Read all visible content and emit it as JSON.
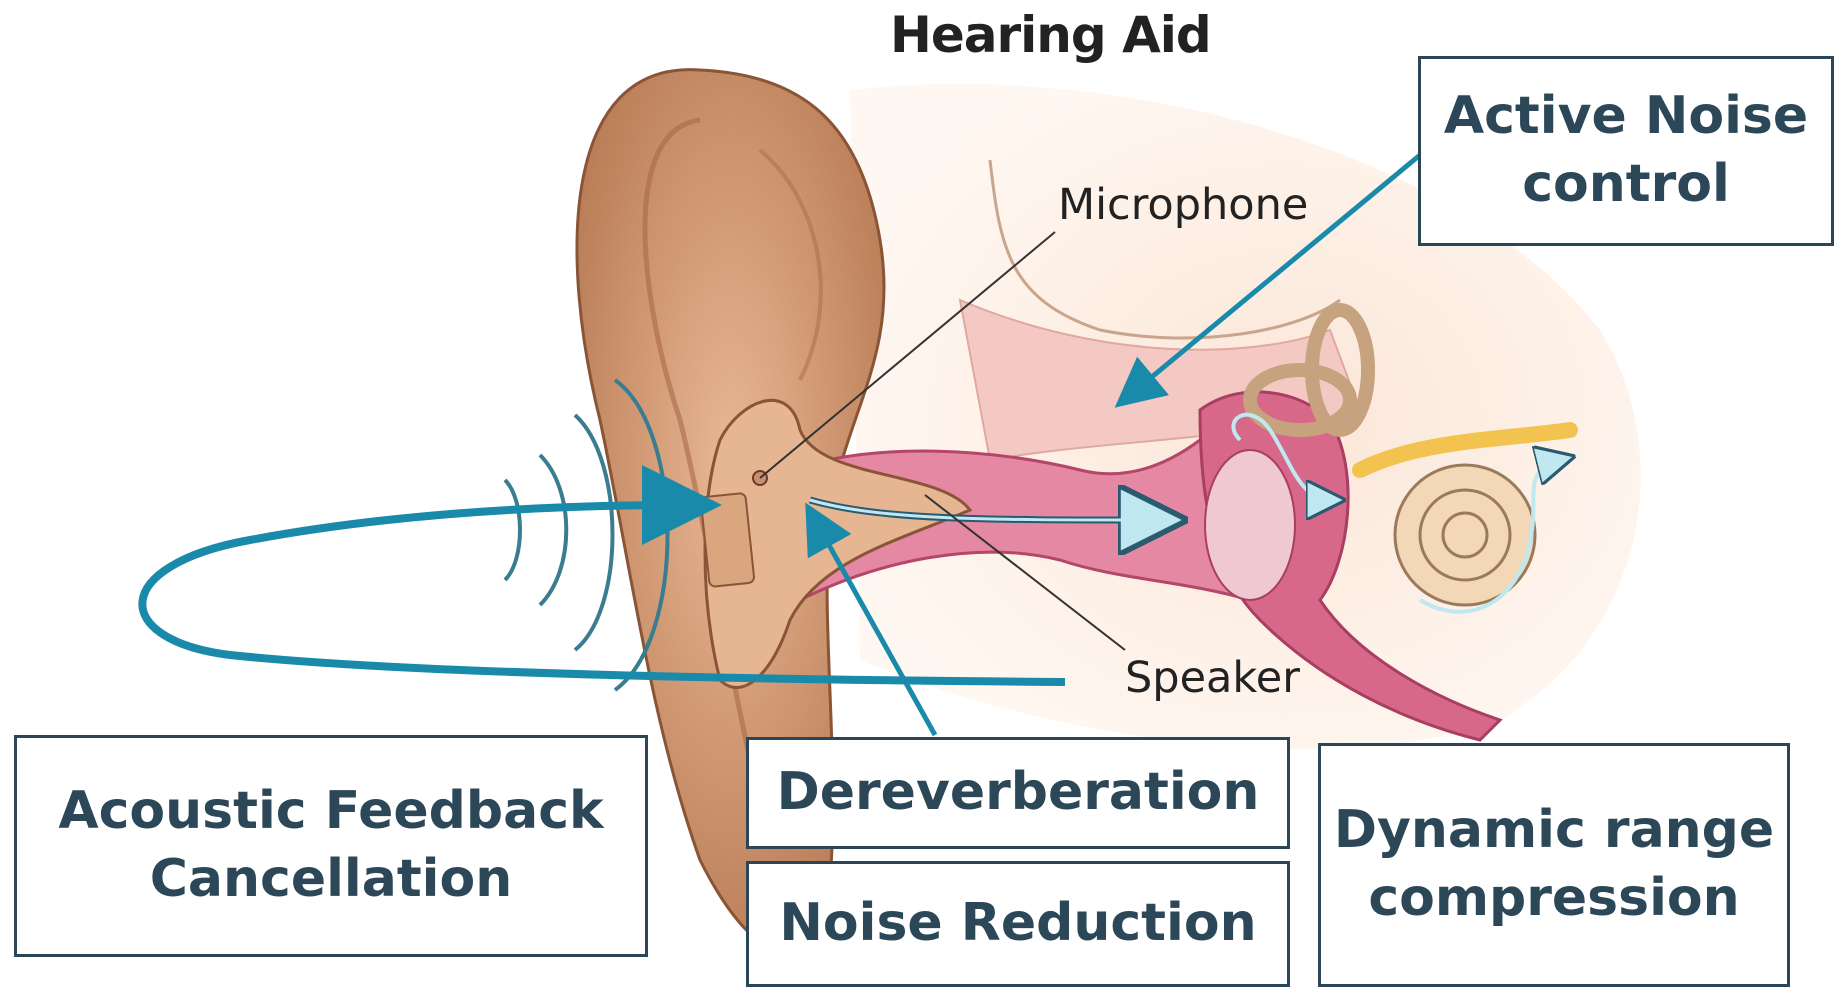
{
  "title": "Hearing Aid",
  "labels": {
    "microphone": "Microphone",
    "speaker": "Speaker"
  },
  "boxes": {
    "active_noise": "Active Noise\ncontrol",
    "feedback": "Acoustic Feedback\nCancellation",
    "dereverb": "Dereverberation",
    "noise_reduction": "Noise Reduction",
    "drc": "Dynamic range\ncompression"
  },
  "colors": {
    "arrow": "#1a8aaa",
    "box_border": "#2b4656",
    "box_text": "#2c4757",
    "skin": "#c98f6b",
    "canal": "#d9698a"
  }
}
